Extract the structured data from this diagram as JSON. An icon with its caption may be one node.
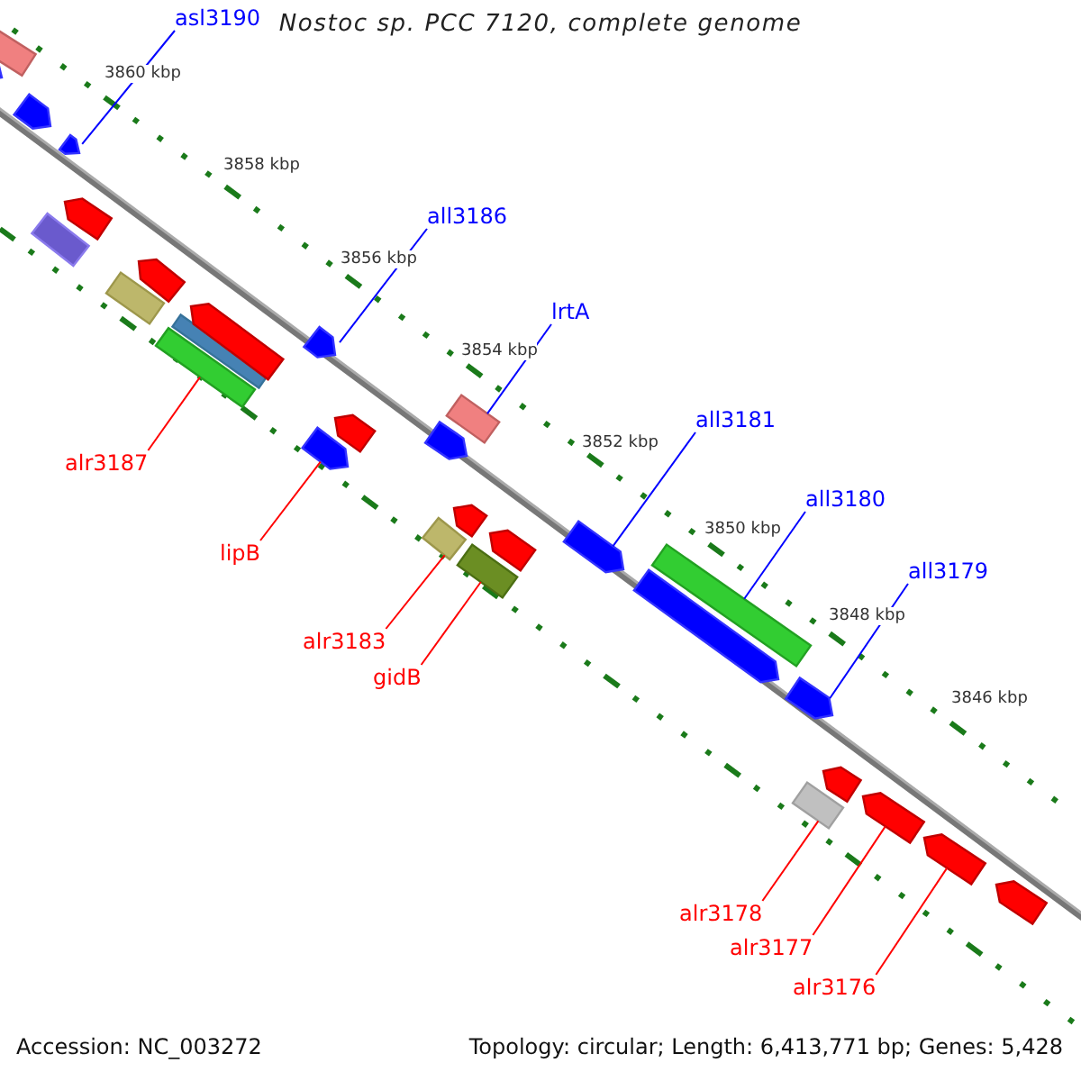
{
  "diagram": {
    "title": "Nostoc sp. PCC 7120, complete genome",
    "nodes": [
      {
        "text": [
          "asl3190"
        ]
      },
      {
        "text": [
          "all3186"
        ]
      },
      {
        "text": [
          "lrtA"
        ]
      },
      {
        "text": [
          "all3181"
        ]
      },
      {
        "text": [
          "all3180"
        ]
      },
      {
        "text": [
          "all3179"
        ]
      },
      {
        "text": [
          "alr3187"
        ]
      },
      {
        "text": [
          "lipB"
        ]
      },
      {
        "text": [
          "alr3183"
        ]
      },
      {
        "text": [
          "gidB"
        ]
      },
      {
        "text": [
          "alr3178"
        ]
      },
      {
        "text": [
          "alr3177"
        ]
      },
      {
        "text": [
          "alr3176"
        ]
      },
      {
        "text": [],
        "shape": "arrow"
      },
      {
        "text": [],
        "shape": "arrow"
      },
      {
        "text": [],
        "shape": "arrow"
      },
      {
        "text": [],
        "shape": "arrow"
      },
      {
        "text": [],
        "shape": "arrow"
      },
      {
        "text": [],
        "shape": "arrow"
      },
      {
        "text": [],
        "shape": "arrow"
      },
      {
        "text": [],
        "shape": "arrow"
      },
      {
        "text": [],
        "shape": "arrow"
      },
      {
        "text": [],
        "shape": "arrow"
      },
      {
        "text": [],
        "shape": "arrow"
      },
      {
        "text": [],
        "shape": "arrow"
      },
      {
        "text": [],
        "shape": "arrow"
      },
      {
        "text": [],
        "shape": "arrow"
      },
      {
        "text": [],
        "shape": "arrow"
      },
      {
        "text": [],
        "shape": "arrow"
      },
      {
        "text": [],
        "shape": "arrow"
      },
      {
        "text": [],
        "shape": "arrow"
      },
      {
        "text": [],
        "shape": "arrow"
      },
      {
        "text": [],
        "shape": "arrow"
      },
      {
        "text": [],
        "shape": "arrow"
      },
      {
        "text": [],
        "shape": "arrow"
      },
      {
        "text": [],
        "shape": "arrow"
      },
      {
        "text": [],
        "shape": "arrow"
      },
      {
        "text": [],
        "shape": "arrow"
      },
      {
        "text": [],
        "shape": "arrow"
      },
      {
        "text": [],
        "shape": "arrow"
      },
      {
        "text": [],
        "shape": "arrow"
      },
      {
        "text": [],
        "shape": "arrow"
      }
    ],
    "edges": [
      {
        "from": 0,
        "to": 18,
        "arrow": "none",
        "color": "#0000ff"
      },
      {
        "from": 1,
        "to": 25,
        "arrow": "none",
        "color": "#0000ff"
      },
      {
        "from": 2,
        "to": 29,
        "arrow": "none",
        "color": "#0000ff"
      },
      {
        "from": 3,
        "to": 33,
        "arrow": "none",
        "color": "#0000ff"
      },
      {
        "from": 4,
        "to": 35,
        "arrow": "none",
        "color": "#0000ff"
      },
      {
        "from": 5,
        "to": 36,
        "arrow": "none",
        "color": "#0000ff"
      },
      {
        "from": 6,
        "to": 21,
        "arrow": "none"
      },
      {
        "from": 7,
        "to": 24,
        "arrow": "none"
      },
      {
        "from": 8,
        "to": 27,
        "arrow": "none"
      },
      {
        "from": 9,
        "to": 31,
        "arrow": "none"
      },
      {
        "from": 10,
        "to": 37,
        "arrow": "none"
      },
      {
        "from": 11,
        "to": 39,
        "arrow": "none"
      },
      {
        "from": 12,
        "to": 40,
        "arrow": "none"
      }
    ],
    "labels": [
      "3860 kbp",
      "3858 kbp",
      "3856 kbp",
      "3854 kbp",
      "3852 kbp",
      "3850 kbp",
      "3848 kbp",
      "3846 kbp",
      "Accession: NC_003272",
      "Topology: circular; Length: 6,413,771 bp; Genes: 5,428"
    ]
  }
}
